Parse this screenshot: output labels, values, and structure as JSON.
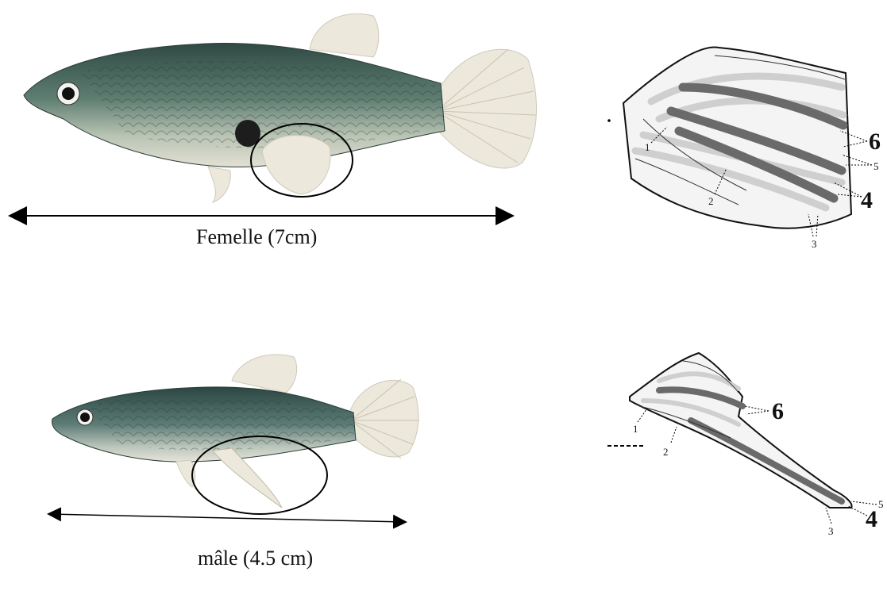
{
  "female": {
    "caption": "Femelle (7cm)"
  },
  "male": {
    "caption": "mâle (4.5 cm)"
  },
  "female_fin_labels": {
    "l1": "1",
    "l2": "2",
    "l3": "3",
    "l4": "4",
    "l5": "5",
    "l6": "6"
  },
  "male_fin_labels": {
    "l1": "1",
    "l2": "2",
    "l3": "3",
    "l4": "4",
    "l5": "5",
    "l6": "6"
  },
  "colors": {
    "fish_back": "#3f5f55",
    "fish_belly": "#d8dcd2",
    "fin": "#e9e6dc",
    "ray_dark": "#6a6a6a",
    "ray_light": "#dcdcdc"
  }
}
